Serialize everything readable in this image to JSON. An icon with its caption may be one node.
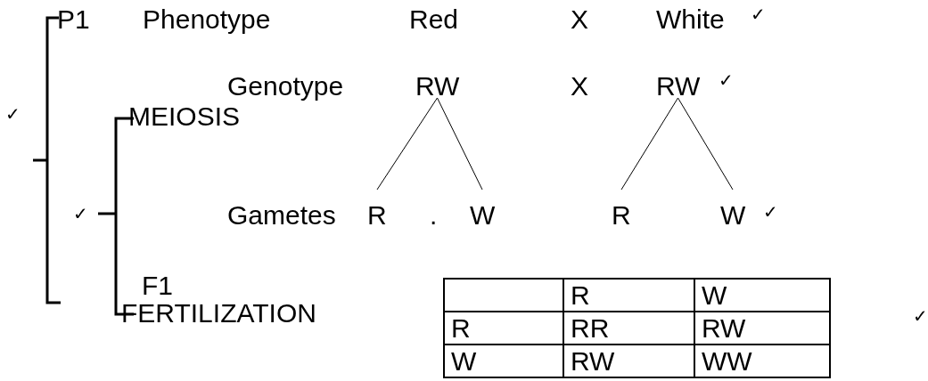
{
  "diagram": {
    "nodes": [
      {
        "text": [
          "RW"
        ]
      },
      {
        "text": [
          "R"
        ]
      },
      {
        "text": [
          "W"
        ]
      },
      {
        "text": [
          "RW"
        ]
      },
      {
        "text": [
          "R"
        ]
      },
      {
        "text": [
          "W"
        ]
      }
    ],
    "edges": [
      {
        "from": 0,
        "to": 1,
        "arrow": "none"
      },
      {
        "from": 0,
        "to": 2,
        "arrow": "none"
      },
      {
        "from": 3,
        "to": 4,
        "arrow": "none"
      },
      {
        "from": 3,
        "to": 5,
        "arrow": "none"
      }
    ],
    "labels": [
      "P1",
      "Phenotype",
      "Red",
      "X",
      "White",
      "✓",
      "Genotype",
      "X",
      "✓",
      "✓",
      "MEIOSIS",
      "✓",
      "Gametes",
      ".",
      "✓",
      "F1",
      "FERTILIZATION",
      "R",
      "W",
      "R",
      "RR",
      "RW",
      "W",
      "RW",
      "WW",
      "✓"
    ]
  }
}
